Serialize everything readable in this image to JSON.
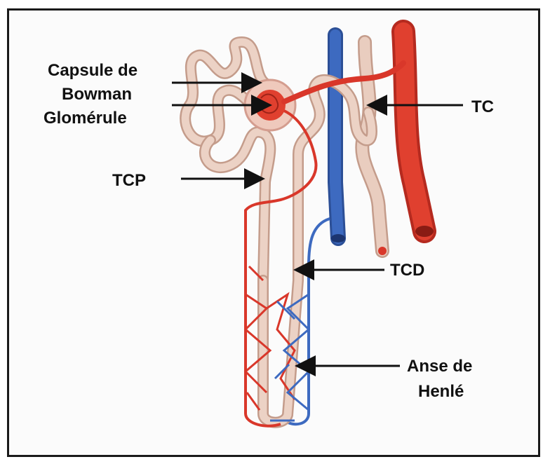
{
  "labels": {
    "capsule_line1": "Capsule de",
    "capsule_line2": "Bowman",
    "glomerule": "Glomérule",
    "tc": "TC",
    "tcp": "TCP",
    "tcd": "TCD",
    "anse_line1": "Anse de",
    "anse_line2": "Henlé"
  },
  "colors": {
    "artery": "#d9372a",
    "vein": "#3b64b5",
    "tubule": "#e6c3b3",
    "tubule_outline": "#c49c8b",
    "arrow": "#111111"
  }
}
